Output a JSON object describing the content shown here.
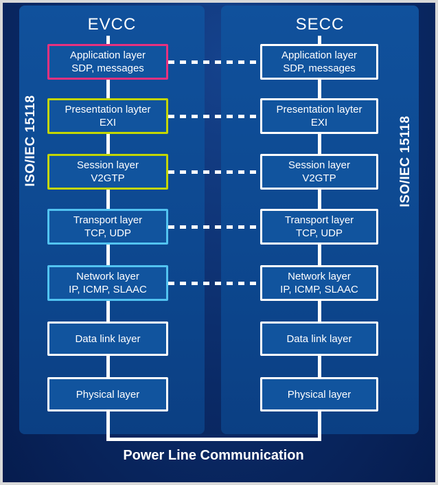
{
  "frame": {
    "left_standard_label": "ISO/IEC 15118",
    "right_standard_label": "ISO/IEC 15118",
    "bottom_label": "Power Line Communication"
  },
  "colors": {
    "background_dark": "#061c4e",
    "background_mid": "#0a2a66",
    "panel_blue": "#0e4a92",
    "box_fill": "#11549e",
    "accent_magenta": "#e8317f",
    "accent_yellow_green": "#c3d600",
    "accent_light_blue": "#52c3f1",
    "line_white": "#ffffff"
  },
  "columns": [
    {
      "title": "EVCC",
      "layers": [
        {
          "title": "Application layer",
          "sub": "SDP, messages",
          "border": "#e8317f"
        },
        {
          "title": "Presentation layter",
          "sub": "EXI",
          "border": "#c3d600"
        },
        {
          "title": "Session layer",
          "sub": "V2GTP",
          "border": "#c3d600"
        },
        {
          "title": "Transport layer",
          "sub": "TCP, UDP",
          "border": "#52c3f1"
        },
        {
          "title": "Network layer",
          "sub": "IP, ICMP, SLAAC",
          "border": "#52c3f1"
        },
        {
          "title": "Data link layer",
          "sub": "",
          "border": "#ffffff"
        },
        {
          "title": "Physical layer",
          "sub": "",
          "border": "#ffffff"
        }
      ]
    },
    {
      "title": "SECC",
      "layers": [
        {
          "title": "Application layer",
          "sub": "SDP, messages",
          "border": "#ffffff"
        },
        {
          "title": "Presentation layter",
          "sub": "EXI",
          "border": "#ffffff"
        },
        {
          "title": "Session layer",
          "sub": "V2GTP",
          "border": "#ffffff"
        },
        {
          "title": "Transport layer",
          "sub": "TCP, UDP",
          "border": "#ffffff"
        },
        {
          "title": "Network layer",
          "sub": "IP, ICMP, SLAAC",
          "border": "#ffffff"
        },
        {
          "title": "Data link layer",
          "sub": "",
          "border": "#ffffff"
        },
        {
          "title": "Physical layer",
          "sub": "",
          "border": "#ffffff"
        }
      ]
    }
  ]
}
